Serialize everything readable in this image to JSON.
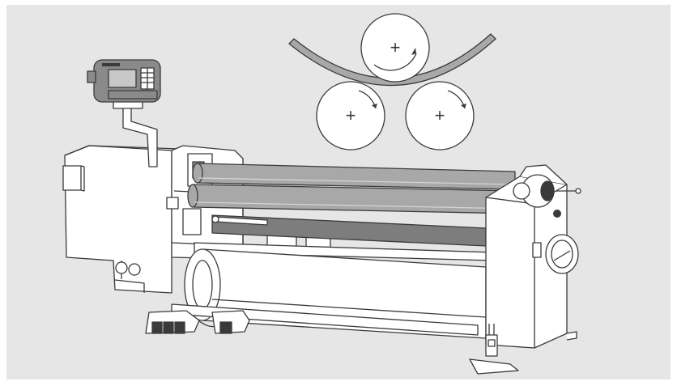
{
  "figure": {
    "background_color": "#e6e6e6",
    "roll_color": "#a8a8a8",
    "frame_color": "#ffffff",
    "stroke_color": "#3a3a3a",
    "readout_color": "#8a8a8a"
  },
  "inset": {
    "roll_labels": [
      "+",
      "+",
      "+"
    ]
  },
  "machine": {
    "components": [
      "numeric-controller",
      "controller-support-arm",
      "drive-housing",
      "top-roll",
      "bottom-roll",
      "side-roll",
      "lower-cylinder",
      "end-frame",
      "drop-end-release",
      "hand-wheel",
      "foot-pedals"
    ]
  }
}
